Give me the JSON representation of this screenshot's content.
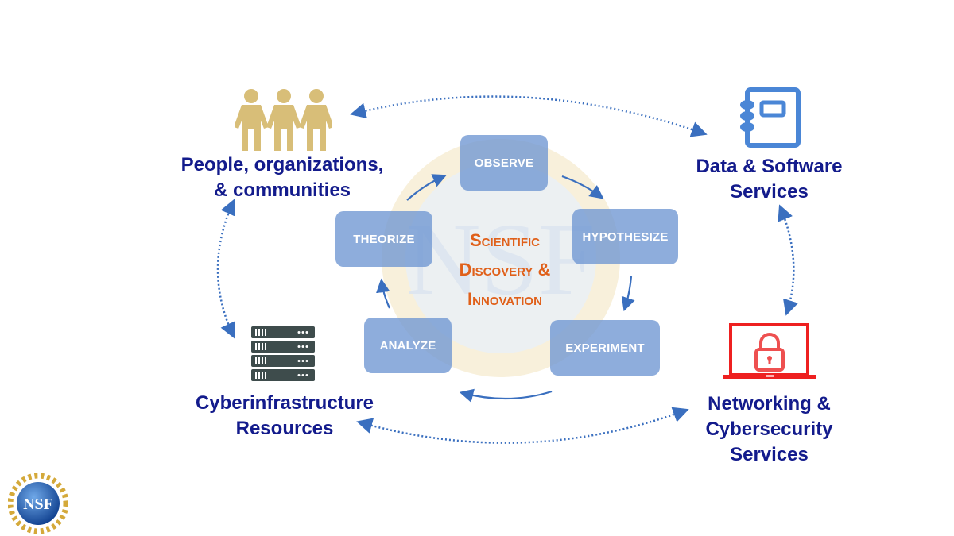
{
  "center": {
    "lines": [
      "Scientific",
      "Discovery &",
      "Innovation"
    ]
  },
  "steps": [
    {
      "id": "observe",
      "label": "OBSERVE"
    },
    {
      "id": "hypothesize",
      "label": "HYPOTHESIZE"
    },
    {
      "id": "experiment",
      "label": "EXPERIMENT"
    },
    {
      "id": "analyze",
      "label": "ANALYZE"
    },
    {
      "id": "theorize",
      "label": "THEORIZE"
    }
  ],
  "nodes": {
    "people": {
      "lines": [
        "People, organizations,",
        "& communities"
      ],
      "icon": "people-icon"
    },
    "data": {
      "lines": [
        "Data & Software",
        "Services"
      ],
      "icon": "notebook-icon"
    },
    "networking": {
      "lines": [
        "Networking &",
        "Cybersecurity",
        "Services"
      ],
      "icon": "laptop-lock-icon"
    },
    "cyber": {
      "lines": [
        "Cyberinfrastructure",
        "Resources"
      ],
      "icon": "server-rack-icon"
    }
  },
  "logo": {
    "text": "NSF"
  },
  "colors": {
    "label": "#131b8c",
    "accent": "#e0601a",
    "step_box": "#6e96d2",
    "arrow": "#3a6fbf",
    "people_icon": "#d8be78",
    "notebook_icon": "#4a86d6",
    "laptop_icon": "#ee2020",
    "server_icon": "#3e4c4c"
  }
}
